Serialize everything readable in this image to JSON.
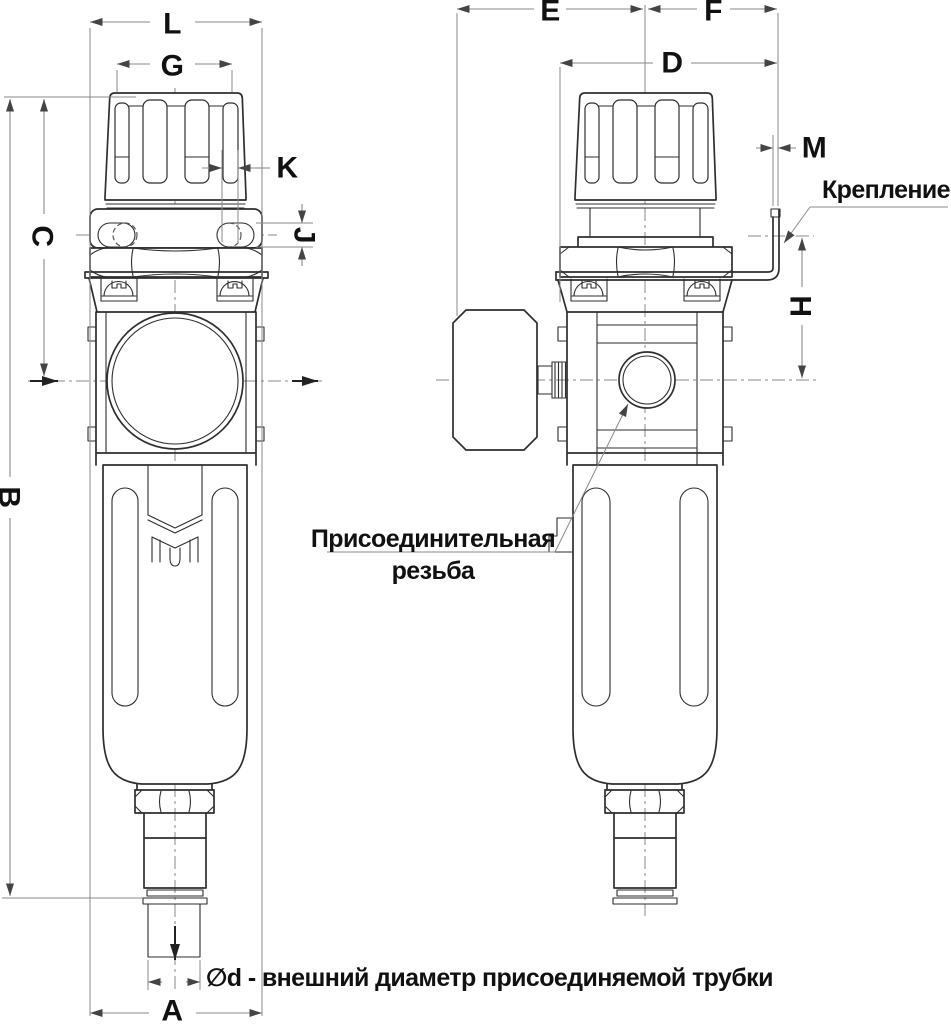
{
  "diagram": {
    "dimension_labels": {
      "L": "L",
      "G": "G",
      "K": "K",
      "J": "J",
      "C": "C",
      "B": "B",
      "A": "A",
      "E": "E",
      "F": "F",
      "D": "D",
      "M": "M",
      "H": "H"
    },
    "annotations": {
      "mounting": "Крепление",
      "connection_thread_line1": "Присоединительная",
      "connection_thread_line2": "резьба",
      "tube_diameter_note": "∅d - внешний диаметр присоединяемой трубки"
    },
    "colors": {
      "outline": "#2e2e2e",
      "dimension": "#8a8a8a",
      "arrow": "#444444",
      "text": "#111111",
      "background": "#ffffff"
    }
  }
}
